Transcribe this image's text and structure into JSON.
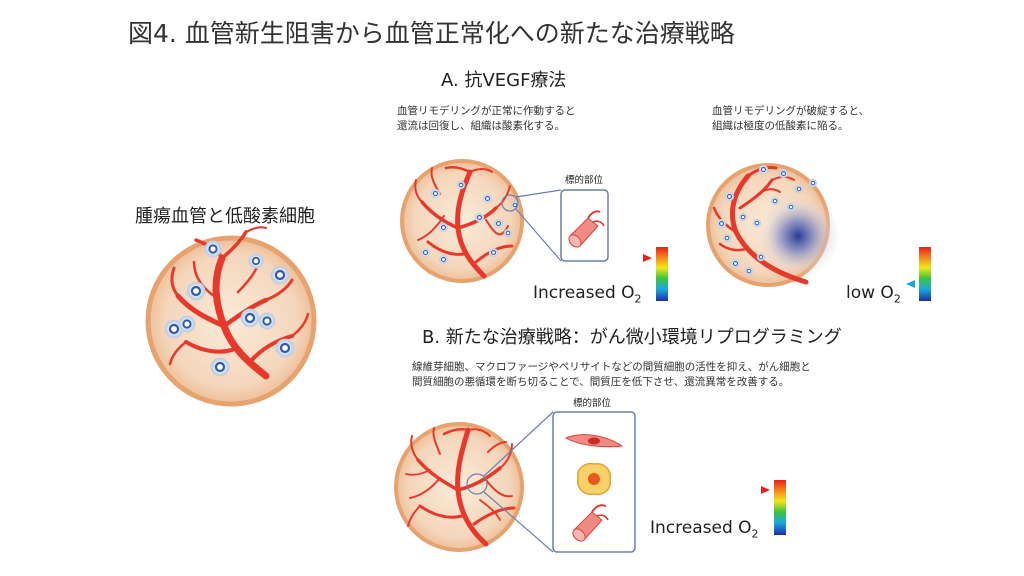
{
  "title": "図4. 血管新生阻害から血管正常化への新たな治療戦略",
  "tumor_label": "腫瘍血管と低酸素細胞",
  "section_a": {
    "heading": "A. 抗VEGF療法",
    "left_note_line1": "血管リモデリングが正常に作動すると",
    "left_note_line2": "還流は回復し、組織は酸素化する。",
    "right_note_line1": "血管リモデリングが破綻すると、",
    "right_note_line2": "組織は極度の低酸素に陥る。",
    "target_label": "標的部位",
    "o2_left_text": "Increased O",
    "o2_right_text": "low O",
    "o2_sub": "2"
  },
  "section_b": {
    "heading": "B. 新たな治療戦略：がん微小環境リプログラミング",
    "note_line1": "線維芽細胞、マクロファージやペリサイトなどの間質細胞の活性を抑え、がん細胞と",
    "note_line2": "間質細胞の悪循環を断ち切ることで、間質圧を低下させ、還流異常を改善する。",
    "target_label": "標的部位",
    "o2_text": "Increased O",
    "o2_sub": "2"
  },
  "colors": {
    "vessel": "#e8382c",
    "tissue": "#f6ddc4",
    "rim": "#e8a06a",
    "box_border": "#6d7fa8",
    "hypoxia": "#2c3f9c"
  }
}
